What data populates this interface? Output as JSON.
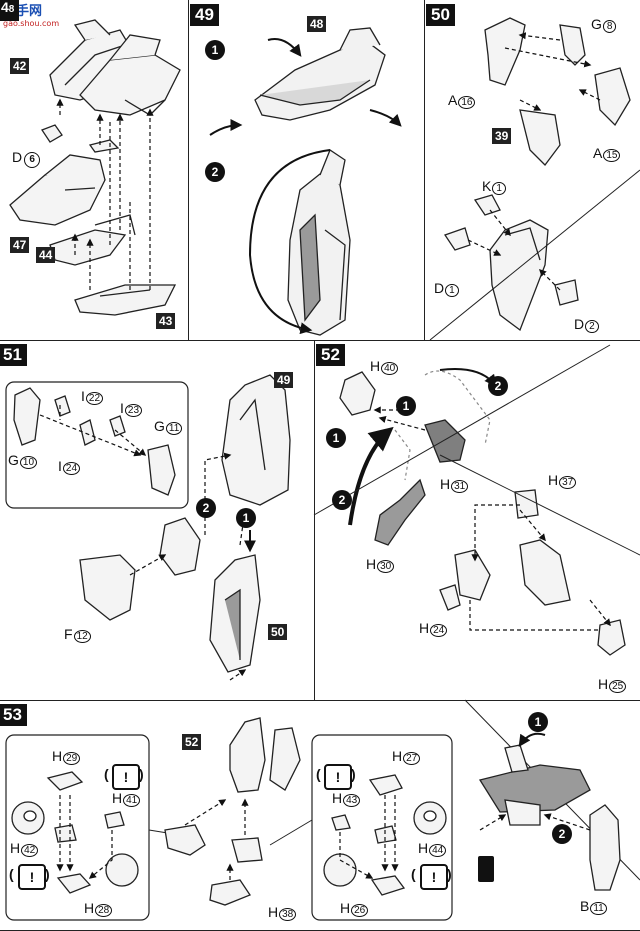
{
  "watermark": {
    "text": "高手网",
    "subtext": "gao.shou.com"
  },
  "steps": [
    {
      "num": "49",
      "parts": [
        "48"
      ],
      "substeps": [
        "1",
        "2"
      ]
    },
    {
      "num": "50",
      "parts": [
        "G8",
        "A16",
        "A15",
        "39",
        "K1",
        "D1",
        "D2"
      ]
    },
    {
      "num": "51",
      "parts": [
        "I22",
        "I23",
        "G11",
        "G10",
        "I24",
        "F12",
        "49",
        "50"
      ]
    },
    {
      "num": "52",
      "parts": [
        "H40",
        "H31",
        "H30",
        "H37",
        "H24",
        "H25"
      ]
    },
    {
      "num": "53",
      "parts": [
        "H29",
        "H41",
        "H42",
        "H28",
        "52",
        "H38",
        "H27",
        "H43",
        "H44",
        "H26",
        "B11"
      ]
    }
  ],
  "labels": {
    "s48_42": "42",
    "s48_d6": "D",
    "s48_d6n": "6",
    "s48_47": "47",
    "s48_44": "44",
    "s48_43": "43",
    "s49": "49",
    "s49_48": "48",
    "s50": "50",
    "s50_g8": "G",
    "s50_g8n": "8",
    "s50_a16": "A",
    "s50_a16n": "16",
    "s50_a15": "A",
    "s50_a15n": "15",
    "s50_39": "39",
    "s50_k1": "K",
    "s50_k1n": "1",
    "s50_d1": "D",
    "s50_d1n": "1",
    "s50_d2": "D",
    "s50_d2n": "2",
    "s51": "51",
    "s51_i22": "I",
    "s51_i22n": "22",
    "s51_i23": "I",
    "s51_i23n": "23",
    "s51_g11": "G",
    "s51_g11n": "11",
    "s51_g10": "G",
    "s51_g10n": "10",
    "s51_i24": "I",
    "s51_i24n": "24",
    "s51_f12": "F",
    "s51_f12n": "12",
    "s51_49": "49",
    "s51_50": "50",
    "s52": "52",
    "s52_h40": "H",
    "s52_h40n": "40",
    "s52_h31": "H",
    "s52_h31n": "31",
    "s52_h30": "H",
    "s52_h30n": "30",
    "s52_h37": "H",
    "s52_h37n": "37",
    "s52_h24": "H",
    "s52_h24n": "24",
    "s52_h25": "H",
    "s52_h25n": "25",
    "s53": "53",
    "s53_h29": "H",
    "s53_h29n": "29",
    "s53_h41": "H",
    "s53_h41n": "41",
    "s53_h42": "H",
    "s53_h42n": "42",
    "s53_h28": "H",
    "s53_h28n": "28",
    "s53_52": "52",
    "s53_h38": "H",
    "s53_h38n": "38",
    "s53_h27": "H",
    "s53_h27n": "27",
    "s53_h43": "H",
    "s53_h43n": "43",
    "s53_h44": "H",
    "s53_h44n": "44",
    "s53_h26": "H",
    "s53_h26n": "26",
    "s53_b11": "B",
    "s53_b11n": "11",
    "sub1": "1",
    "sub2": "2",
    "warn": "!",
    "paren_open": "(",
    "paren_close": ")"
  }
}
